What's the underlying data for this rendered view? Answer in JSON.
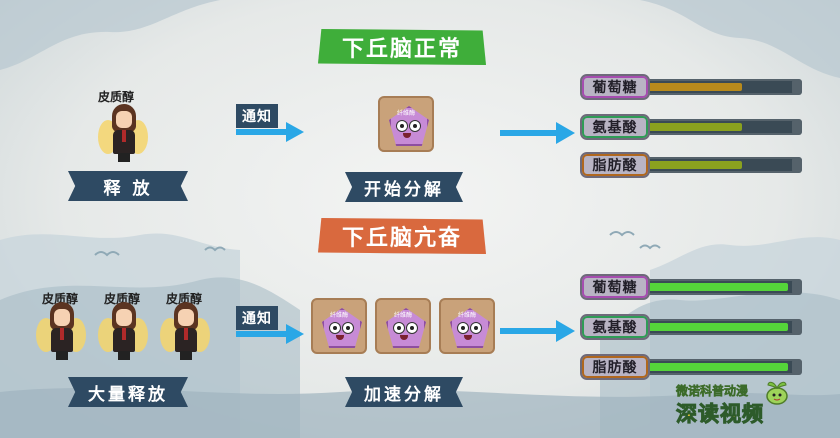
{
  "top": {
    "title": "下丘脑正常",
    "hormone_label": "皮质醇",
    "release_label": "释 放",
    "arrow_label": "通知",
    "process_label": "开始分解",
    "enzyme_text": "纤维酶",
    "gauges": [
      {
        "name": "葡萄糖",
        "level": 0.7,
        "fill_color": "#b88a1c"
      },
      {
        "name": "氨基酸",
        "level": 0.7,
        "fill_color": "#8aa11f"
      },
      {
        "name": "脂肪酸",
        "level": 0.7,
        "fill_color": "#8aa11f"
      }
    ]
  },
  "bottom": {
    "title": "下丘脑亢奋",
    "hormone_label": "皮质醇",
    "release_label": "大量释放",
    "arrow_label": "通知",
    "process_label": "加速分解",
    "enzyme_text": "纤维酶",
    "gauges": [
      {
        "name": "葡萄糖",
        "level": 1.0,
        "fill_color": "#55d43a"
      },
      {
        "name": "氨基酸",
        "level": 1.0,
        "fill_color": "#55d43a"
      },
      {
        "name": "脂肪酸",
        "level": 1.0,
        "fill_color": "#55d43a"
      }
    ]
  },
  "watermark": {
    "line1": "微诺科普动漫",
    "line2": "深读视频"
  },
  "colors": {
    "green_title": "#3fae3a",
    "orange_title": "#d9693e",
    "ribbon": "#2e4a63",
    "arrow": "#2aa7e6"
  }
}
